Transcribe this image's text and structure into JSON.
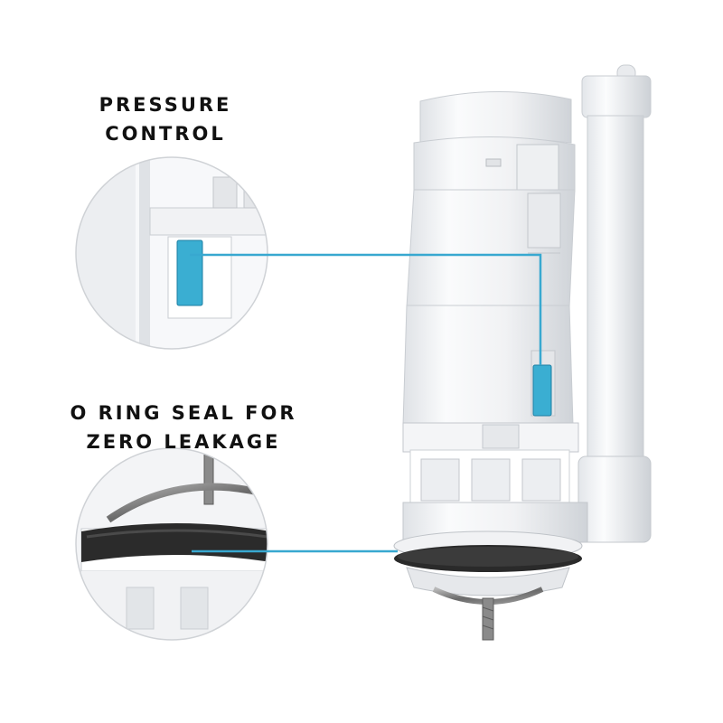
{
  "callouts": {
    "pressure_control": {
      "line1": "PRESSURE",
      "line2": "CONTROL"
    },
    "o_ring_seal": {
      "line1": "O RING SEAL FOR",
      "line2": "ZERO LEAKAGE"
    }
  },
  "colors": {
    "accent_line": "#38a8d0",
    "pressure_tab": "#3aaed2",
    "o_ring": "#2a2a2a",
    "plastic": "#f2f3f5",
    "label_text": "#111111"
  },
  "icons": {
    "pressure_zoom": "magnified-pressure-control-tab",
    "oring_zoom": "magnified-o-ring-seal",
    "product": "toilet-flush-valve"
  }
}
